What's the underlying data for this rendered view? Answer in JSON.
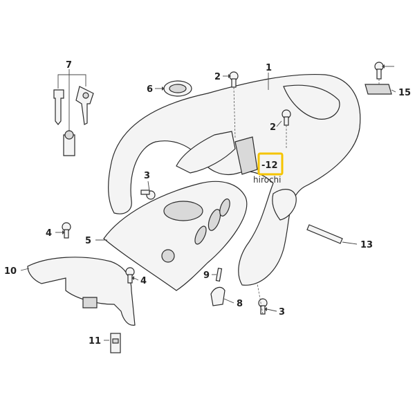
{
  "watermark": "hirochi",
  "callouts": {
    "c1": "1",
    "c2a": "2",
    "c2b": "2",
    "c3a": "3",
    "c3b": "3",
    "c4a": "4",
    "c4b": "4",
    "c5": "5",
    "c6": "6",
    "c7": "7",
    "c8": "8",
    "c9": "9",
    "c10": "10",
    "c11": "11",
    "c12": "-12",
    "c13": "13",
    "c15": "15"
  },
  "colors": {
    "highlight": "#f5c400",
    "line": "#2a2a2a"
  }
}
